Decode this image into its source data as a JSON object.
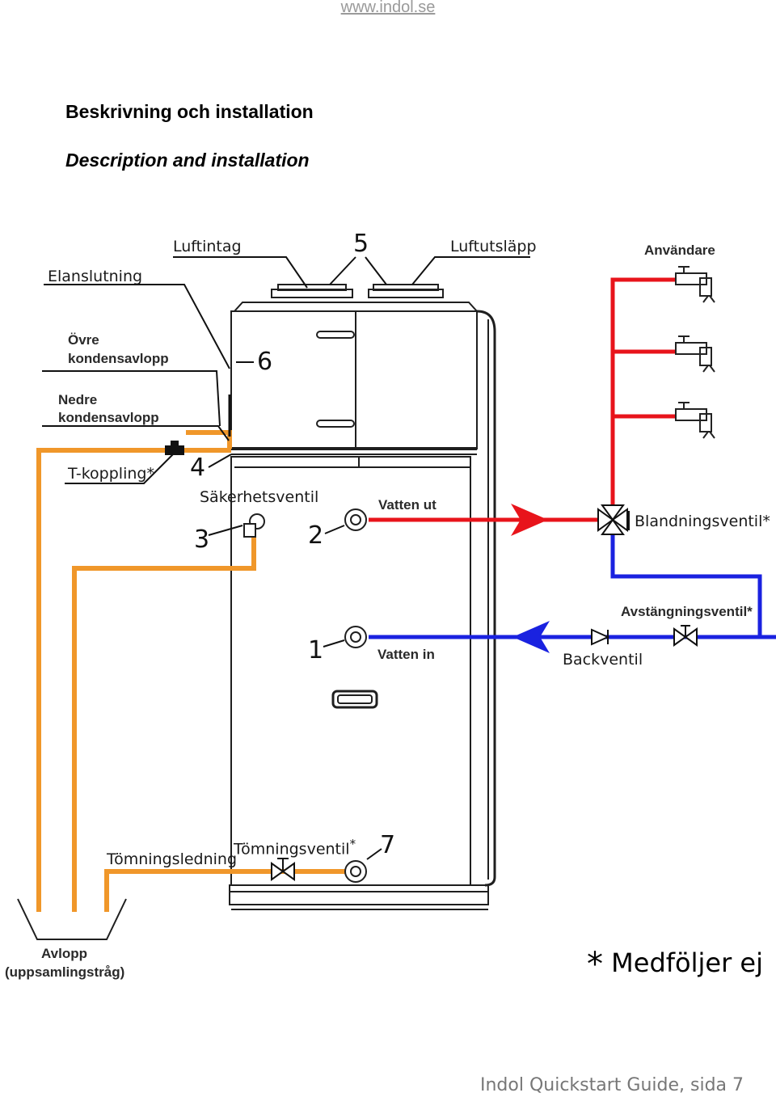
{
  "header": {
    "site": "www.indol.se",
    "title_sv": "Beskrivning och installation",
    "title_en": "Description and installation"
  },
  "labels": {
    "elanslutning": "Elanslutning",
    "luftintag": "Luftintag",
    "luftutslapp": "Luftutsläpp",
    "ovre": "Övre",
    "ovre2": "kondensavlopp",
    "nedre": "Nedre",
    "nedre2": "kondensavlopp",
    "tkoppling": "T-koppling*",
    "sakerhetsventil": "Säkerhetsventil",
    "vatten_ut": "Vatten ut",
    "vatten_in": "Vatten in",
    "anvandare": "Användare",
    "blandningsventil": "Blandningsventil*",
    "avstangningsventil": "Avstängningsventil*",
    "backventil": "Backventil",
    "tomningsventil": "Tömningsventil",
    "tomningsventil_star": "*",
    "tomningsledning": "Tömningsledning",
    "avlopp": "Avlopp",
    "avlopp2": "(uppsamlingstråg)"
  },
  "numbers": {
    "n1": "1",
    "n2": "2",
    "n3": "3",
    "n4": "4",
    "n5": "5",
    "n6": "6",
    "n7": "7"
  },
  "note": {
    "star": "*",
    "text": "Medföljer ej"
  },
  "footer": {
    "text": "Indol Quickstart Guide, sida 7"
  },
  "colors": {
    "hot": "#e8141b",
    "cold": "#1a22e0",
    "drain": "#f0972a",
    "outline": "#1f1f1f"
  }
}
